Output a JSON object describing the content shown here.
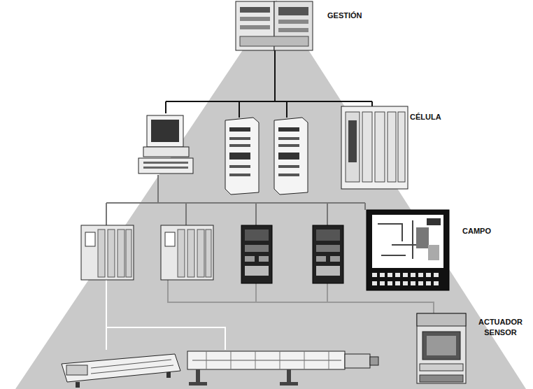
{
  "diagram": {
    "labels": [
      "GESTIÓN",
      "CÉLULA",
      "CAMPO",
      "ACTUADOR SENSOR"
    ]
  }
}
